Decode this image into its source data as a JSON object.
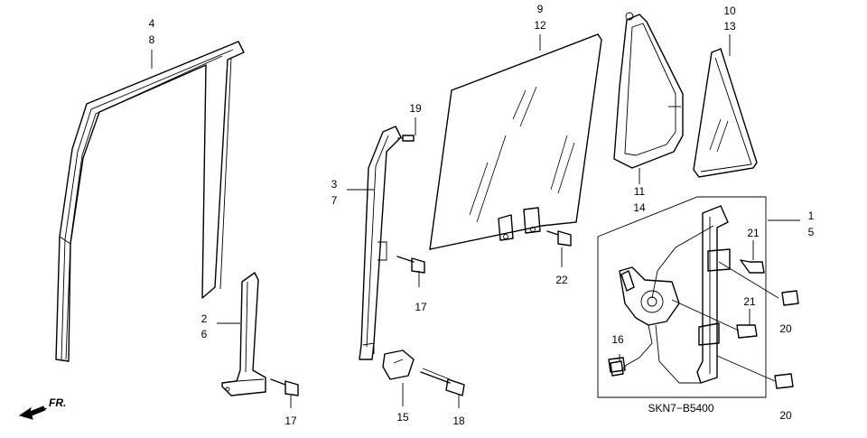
{
  "callouts": {
    "c4": "4",
    "c8": "8",
    "c2": "2",
    "c6": "6",
    "c17a": "17",
    "c3": "3",
    "c7": "7",
    "c19": "19",
    "c17b": "17",
    "c15": "15",
    "c18": "18",
    "c9": "9",
    "c12": "12",
    "c22": "22",
    "c11": "11",
    "c14": "14",
    "c10": "10",
    "c13": "13",
    "c1": "1",
    "c5": "5",
    "c21a": "21",
    "c21b": "21",
    "c20a": "20",
    "c20b": "20",
    "c16": "16"
  },
  "direction_label": "FR.",
  "diagram_code": "SKN7−B5400"
}
